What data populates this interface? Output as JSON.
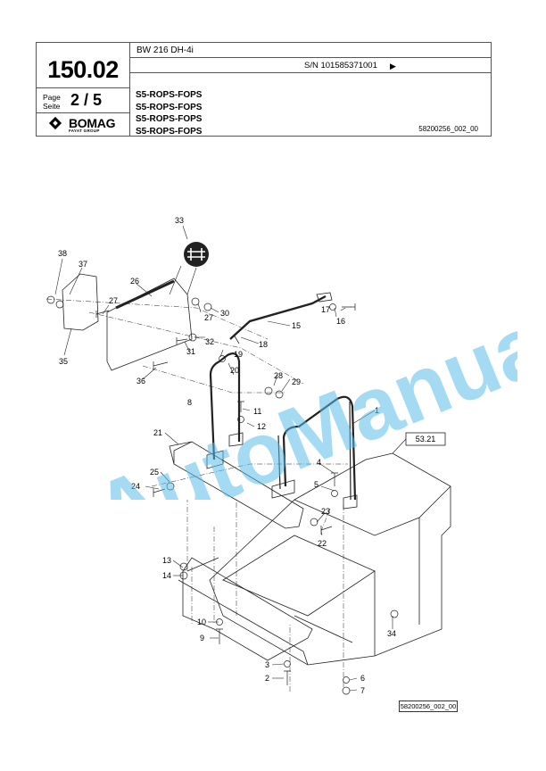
{
  "header": {
    "model": "BW 216 DH-4i",
    "page_number": "150.02",
    "serial": "S/N 101585371001",
    "serial_arrow": "▶",
    "page_label_1": "Page",
    "page_label_2": "Seite",
    "page_of": "2 / 5",
    "titles": [
      "S5-ROPS-FOPS",
      "S5-ROPS-FOPS",
      "S5-ROPS-FOPS",
      "S5-ROPS-FOPS"
    ],
    "brand": "BOMAG",
    "brand_sub": "FAYAT GROUP",
    "drawing_id": "58200256_002_00"
  },
  "drawing": {
    "reference_box": "53.21",
    "footer_id": "58200256_002_00",
    "callouts": [
      "1",
      "2",
      "3",
      "4",
      "5",
      "6",
      "7",
      "8",
      "9",
      "10",
      "11",
      "12",
      "13",
      "14",
      "15",
      "16",
      "17",
      "18",
      "19",
      "20",
      "21",
      "22",
      "23",
      "24",
      "25",
      "26",
      "27",
      "27",
      "28",
      "29",
      "30",
      "31",
      "32",
      "33",
      "34",
      "35",
      "36",
      "37",
      "38"
    ]
  },
  "watermark": "AutoManual",
  "colors": {
    "watermark": "#5bbde8",
    "line": "#222222"
  }
}
